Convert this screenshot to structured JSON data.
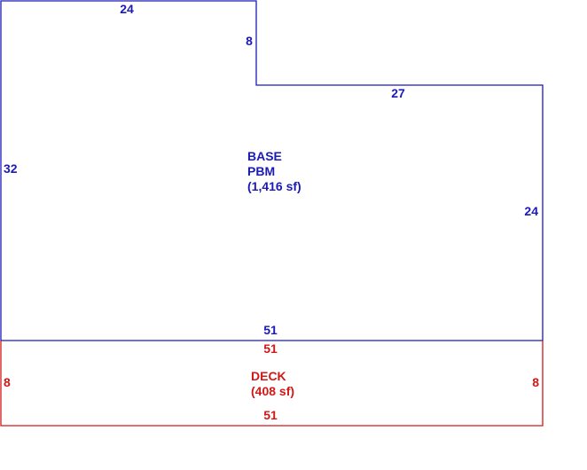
{
  "colors": {
    "base": "#1a1ab8",
    "deck": "#d01818",
    "background": "#ffffff"
  },
  "base": {
    "name_line1": "BASE",
    "name_line2": "PBM",
    "area": "(1,416 sf)",
    "dims": {
      "top_left": "24",
      "step_vertical": "8",
      "top_right": "27",
      "left": "32",
      "right": "24",
      "bottom": "51"
    }
  },
  "deck": {
    "name": "DECK",
    "area": "(408 sf)",
    "dims": {
      "top": "51",
      "left": "8",
      "right": "8",
      "bottom": "51"
    }
  }
}
